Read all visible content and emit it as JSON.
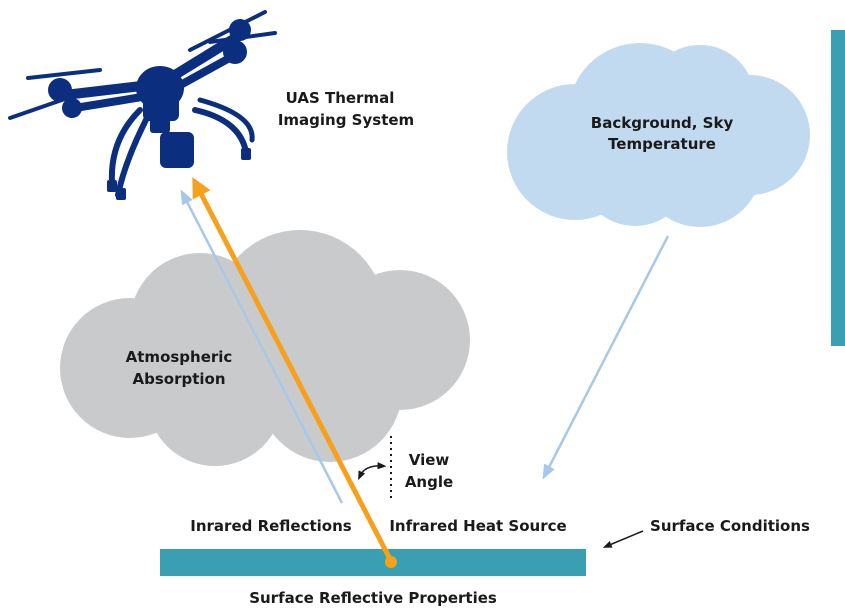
{
  "labels": {
    "uas_line1": "UAS Thermal",
    "uas_line2": "Imaging System",
    "sky_line1": "Background, Sky",
    "sky_line2": "Temperature",
    "atmo_line1": "Atmospheric",
    "atmo_line2": "Absorption",
    "view_line1": "View",
    "view_line2": "Angle",
    "reflections": "Inrared Reflections",
    "heat_source": "Infrared Heat Source",
    "surface_conditions": "Surface Conditions",
    "surface_properties": "Surface Reflective Properties"
  },
  "icons": {
    "drone": "drone-icon",
    "view_angle": "curved-double-arrow-icon"
  },
  "colors": {
    "drone": "#0b2f7e",
    "sky_cloud": "#c2daf0",
    "atmo_cloud": "#c9cacc",
    "surface": "#3a9fb2",
    "side_bar": "#3a9fb2",
    "thermal_arrow": "#f6a01b",
    "reflection_arrow": "#a8c8ea",
    "text": "#1a1a1a"
  }
}
